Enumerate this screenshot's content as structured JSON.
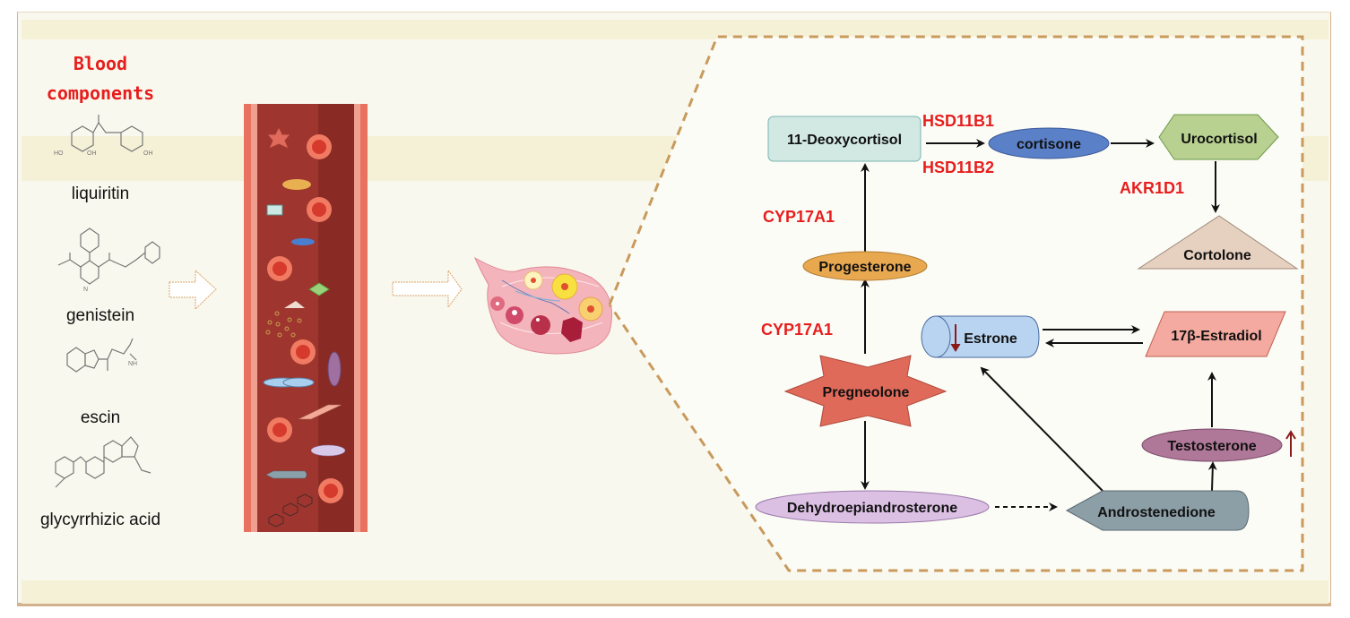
{
  "left_panel": {
    "title_line1": "Blood",
    "title_line2": "components",
    "compounds": [
      {
        "name": "liquiritin"
      },
      {
        "name": "genistein"
      },
      {
        "name": "escin"
      },
      {
        "name": "glycyrrhizic acid"
      }
    ]
  },
  "pathway": {
    "nodes": {
      "deoxycortisol": "11-Deoxycortisol",
      "cortisone": "cortisone",
      "urocortisol": "Urocortisol",
      "cortolone": "Cortolone",
      "progesterone": "Progesterone",
      "pregneolone": "Pregneolone",
      "estrone": "Estrone",
      "estradiol": "17β-Estradiol",
      "testosterone": "Testosterone",
      "dhea": "Dehydroepiandrosterone",
      "androstenedione": "Androstenedione"
    },
    "enzymes": {
      "hsd11b1": "HSD11B1",
      "hsd11b2": "HSD11B2",
      "akr1d1": "AKR1D1",
      "cyp17a1_upper": "CYP17A1",
      "cyp17a1_lower": "CYP17A1"
    },
    "regulation": {
      "estrone": "down",
      "testosterone": "up"
    }
  },
  "colors": {
    "enzyme_red": "#e61e1e",
    "frame_border": "#d9b48a",
    "dashed_outline": "#c99a5c",
    "vessel_dark": "#8c2a25",
    "vessel_wall": "#e8725f"
  }
}
